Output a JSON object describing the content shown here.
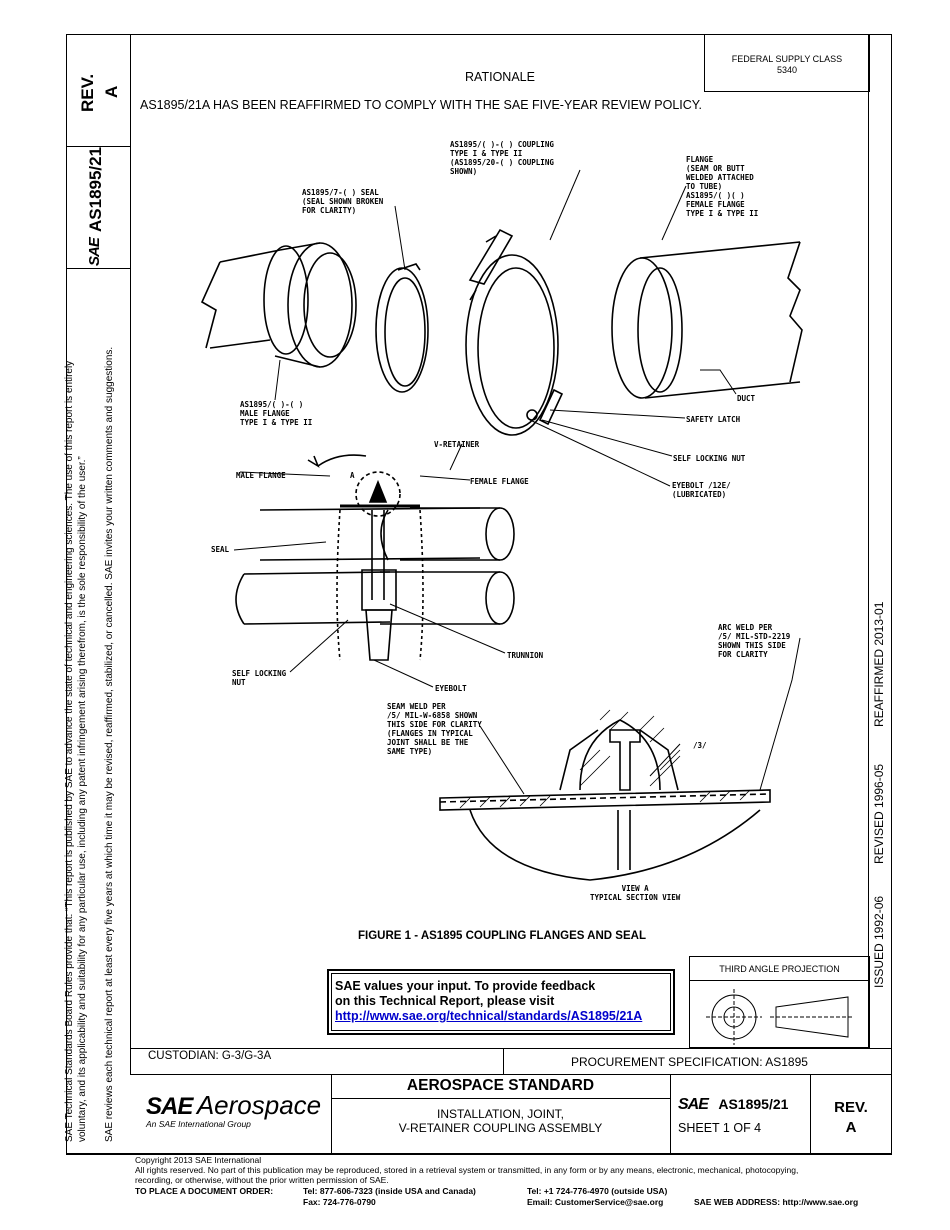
{
  "header": {
    "federal_supply_class_line1": "FEDERAL SUPPLY CLASS",
    "federal_supply_class_line2": "5340",
    "rationale_title": "RATIONALE",
    "rationale_text": "AS1895/21A HAS BEEN REAFFIRMED TO COMPLY WITH THE SAE FIVE-YEAR REVIEW POLICY."
  },
  "left_column": {
    "rev_label": "REV.",
    "rev_value": "A",
    "doc_number": "AS1895/21",
    "logo_text": "SAE",
    "disclaimer_line1": "SAE Technical Standards Board Rules provide that: “This report is published by SAE to advance the state of technical and engineering sciences. The use of this report is entirely",
    "disclaimer_line2": "voluntary, and its applicability and suitability for any particular use, including any patent infringement arising therefrom, is the sole responsibility of the user.”",
    "disclaimer_line3": "SAE reviews each technical report at least every five years at which time it may be revised, reaffirmed, stabilized, or cancelled. SAE invites your written comments and suggestions."
  },
  "right_column": {
    "issued": "ISSUED 1992-06",
    "revised": "REVISED 1996-05",
    "reaffirmed": "REAFFIRMED 2013-01"
  },
  "figure": {
    "caption": "FIGURE 1 - AS1895 COUPLING FLANGES AND SEAL",
    "labels": {
      "coupling": "AS1895/( )-( ) COUPLING\nTYPE I & TYPE II\n(AS1895/20-( ) COUPLING\nSHOWN)",
      "seal": "AS1895/7-( ) SEAL\n(SEAL SHOWN BROKEN\nFOR CLARITY)",
      "flange": "FLANGE\n(SEAM OR BUTT\nWELDED ATTACHED\nTO TUBE)\nAS1895/( )( )\nFEMALE FLANGE\nTYPE I & TYPE II",
      "male_flange_type": "AS1895/( )-( )\nMALE FLANGE\nTYPE I & TYPE II",
      "duct": "DUCT",
      "safety_latch": "SAFETY LATCH",
      "self_locking_nut_top": "SELF LOCKING NUT",
      "v_retainer": "V-RETAINER",
      "male_flange": "MALE FLANGE",
      "female_flange": "FEMALE FLANGE",
      "a_marker": "A",
      "eyebolt_lubricated": "EYEBOLT /12E/\n(LUBRICATED)",
      "seal_short": "SEAL",
      "trunnion": "TRUNNION",
      "self_locking_nut_bottom": "SELF LOCKING\nNUT",
      "eyebolt": "EYEBOLT",
      "arc_weld": "ARC WELD PER\n/5/ MIL-STD-2219\nSHOWN THIS SIDE\nFOR CLARITY",
      "seam_weld": "SEAM WELD PER\n/5/ MIL-W-6858 SHOWN\nTHIS SIDE FOR CLARITY\n(FLANGES IN TYPICAL\nJOINT SHALL BE THE\nSAME TYPE)",
      "note_3": "/3/",
      "view_a": "VIEW A\nTYPICAL SECTION VIEW"
    }
  },
  "feedback": {
    "line1": "SAE values your input. To provide feedback",
    "line2": "on this Technical Report, please visit",
    "link": "http://www.sae.org/technical/standards/AS1895/21A"
  },
  "projection": {
    "title": "THIRD ANGLE PROJECTION"
  },
  "title_block": {
    "custodian": "CUSTODIAN: G-3/G-3A",
    "procurement": "PROCUREMENT SPECIFICATION: AS1895",
    "logo_main": "SAE",
    "logo_aero": "Aerospace",
    "logo_sub": "An SAE International Group",
    "standard_title": "AEROSPACE STANDARD",
    "subtitle_line1": "INSTALLATION, JOINT,",
    "subtitle_line2": "V-RETAINER COUPLING ASSEMBLY",
    "doc_logo": "SAE",
    "doc_number": "AS1895/21",
    "sheet": "SHEET 1 OF 4",
    "rev_label": "REV.",
    "rev_value": "A"
  },
  "footer": {
    "copyright": "Copyright 2013 SAE International",
    "rights_line1": "All rights reserved. No part of this publication may be reproduced, stored in a retrieval system or transmitted, in any form or by any means, electronic, mechanical, photocopying,",
    "rights_line2": "recording, or otherwise, without the prior written permission of SAE.",
    "order_label": "TO PLACE A DOCUMENT ORDER:",
    "tel_usa": "Tel: 877-606-7323 (inside USA and Canada)",
    "tel_outside": "Tel: +1 724-776-4970 (outside USA)",
    "fax": "Fax: 724-776-0790",
    "email": "Email: CustomerService@sae.org",
    "web": "SAE WEB ADDRESS: http://www.sae.org"
  }
}
